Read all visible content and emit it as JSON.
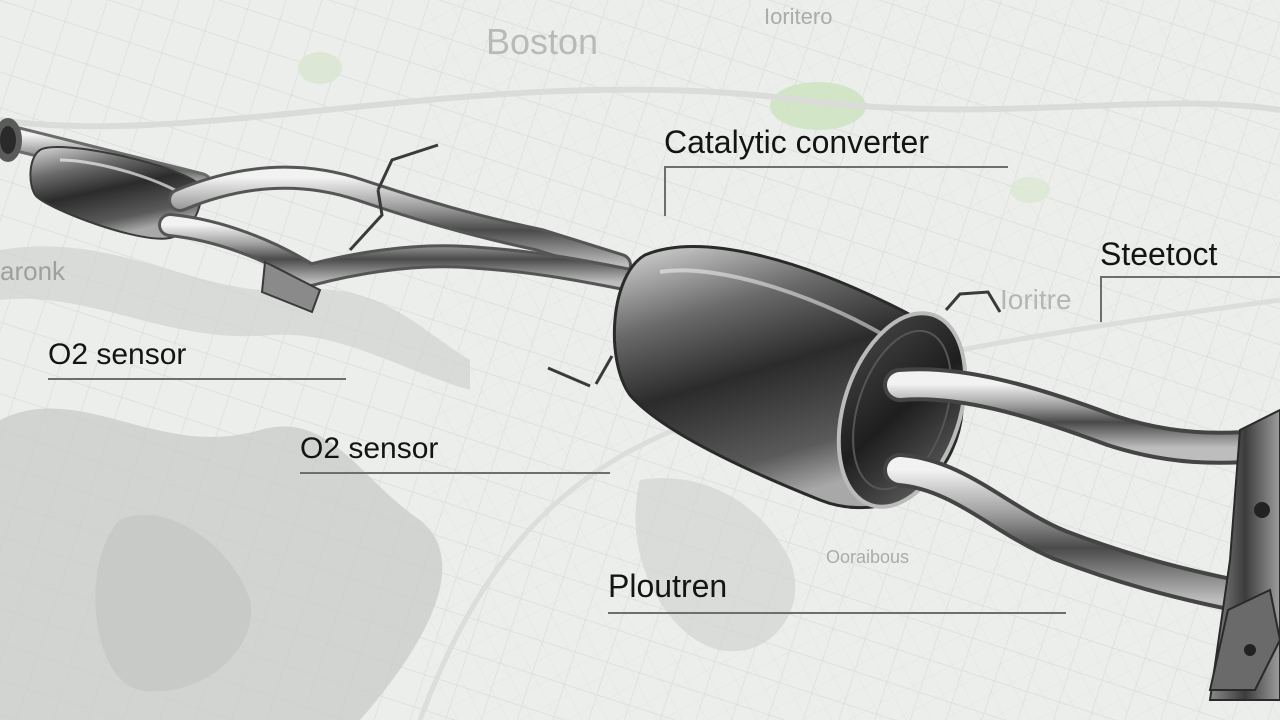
{
  "map": {
    "city_label": "Boston",
    "faint_labels": [
      "Ioritero",
      "aronk",
      "Ooraibous",
      "Ioritre"
    ]
  },
  "callouts": [
    {
      "id": "catalytic",
      "label": "Catalytic converter"
    },
    {
      "id": "steetoct",
      "label": "Steetoct"
    },
    {
      "id": "o2-upper",
      "label": "O2 sensor"
    },
    {
      "id": "o2-lower",
      "label": "O2 sensor"
    },
    {
      "id": "ploutren",
      "label": "Ploutren"
    }
  ],
  "colors": {
    "map_background": "#eceeec",
    "map_street": "#d6d9d6",
    "map_water": "#c8cbc8",
    "map_park": "#cfe3c2",
    "metal_dark": "#3a3a3a",
    "metal_light": "#e8e8e8",
    "label_text": "#141414",
    "callout_line": "#6e6e6e"
  }
}
